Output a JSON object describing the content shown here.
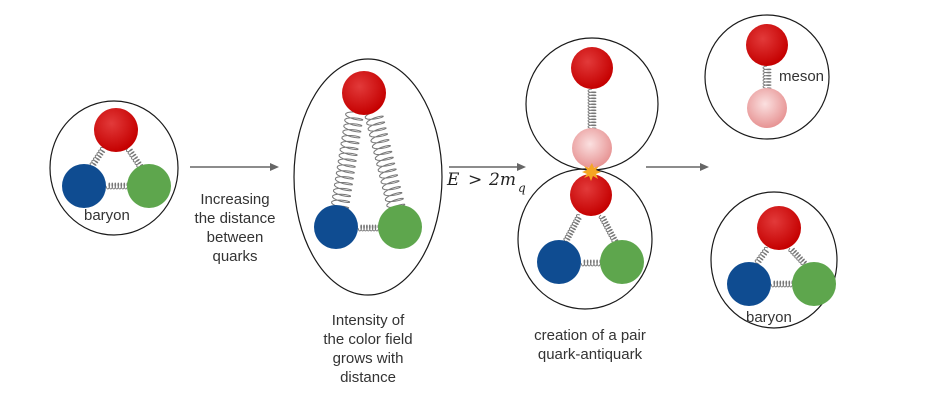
{
  "colors": {
    "red": "#d10a0a",
    "blue": "#0f4c91",
    "green": "#5ea64d",
    "antiquark": "#f0a4a4",
    "spring": "#777777",
    "outline": "#1a1a1a",
    "arrow": "#666666",
    "spark": "#f5a623"
  },
  "labels": {
    "baryon_left": "baryon",
    "baryon_right": "baryon",
    "meson": "meson",
    "energy_condition": {
      "lhs": "E",
      "op": ">",
      "rhs": "2m",
      "sub": "q"
    }
  },
  "captions": {
    "step1": [
      "Increasing",
      "the distance",
      "between",
      "quarks"
    ],
    "step2": [
      "Intensity of",
      "the color field",
      "grows with",
      "distance"
    ],
    "step3": [
      "creation of a pair",
      "quark-antiquark"
    ]
  }
}
